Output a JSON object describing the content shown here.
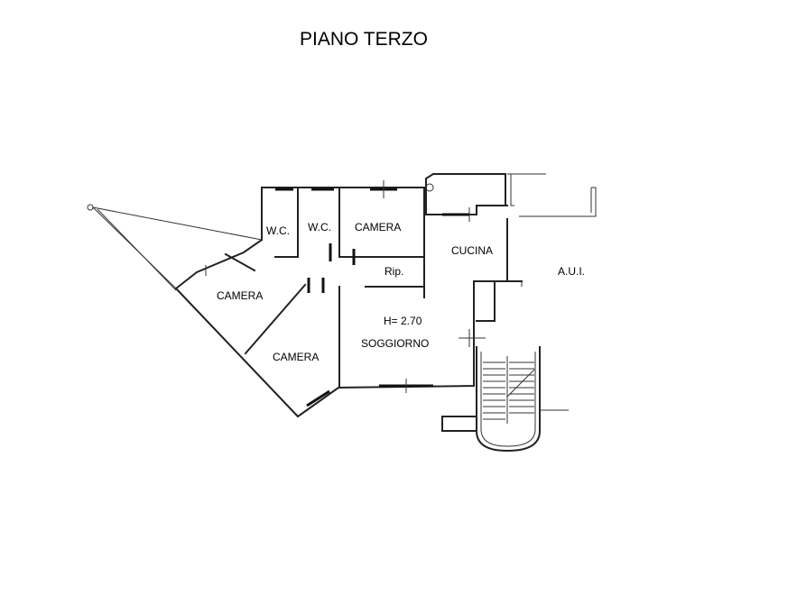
{
  "title": "PIANO TERZO",
  "rooms": {
    "wc_left": "W.C.",
    "wc_right": "W.C.",
    "camera_top": "CAMERA",
    "cucina": "CUCINA",
    "ripostiglio": "Rip.",
    "aui": "A.U.I.",
    "camera_left": "CAMERA",
    "height": "H= 2.70",
    "soggiorno": "SOGGIORNO",
    "camera_bottom": "CAMERA"
  }
}
